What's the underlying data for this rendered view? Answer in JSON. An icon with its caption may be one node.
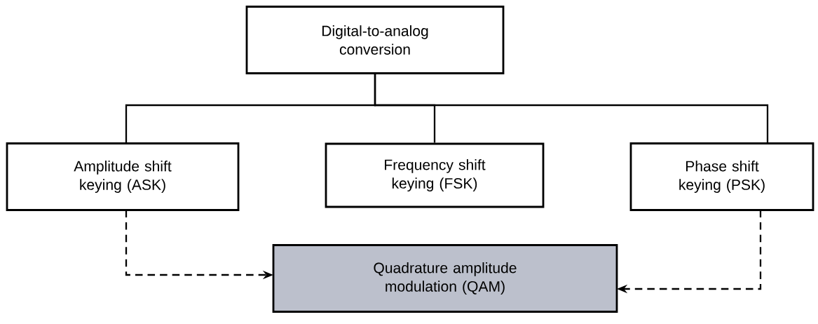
{
  "diagram": {
    "nodes": [
      {
        "text": [
          "Digital-to-analog conversion"
        ]
      },
      {
        "text": [
          "Amplitude shift keying (ASK)"
        ]
      },
      {
        "text": [
          "Frequency shift keying (FSK)"
        ]
      },
      {
        "text": [
          "Phase shift keying (PSK)"
        ]
      },
      {
        "text": [
          "Quadrature amplitude modulation (QAM)"
        ]
      }
    ],
    "edges": [
      {
        "from": 0,
        "to": 1,
        "arrow": "none"
      },
      {
        "from": 0,
        "to": 2,
        "arrow": "none"
      },
      {
        "from": 0,
        "to": 3,
        "arrow": "none"
      },
      {
        "from": 1,
        "to": 4,
        "arrow": "to",
        "style": "dashed"
      },
      {
        "from": 3,
        "to": 4,
        "arrow": "to",
        "style": "dashed"
      }
    ]
  }
}
